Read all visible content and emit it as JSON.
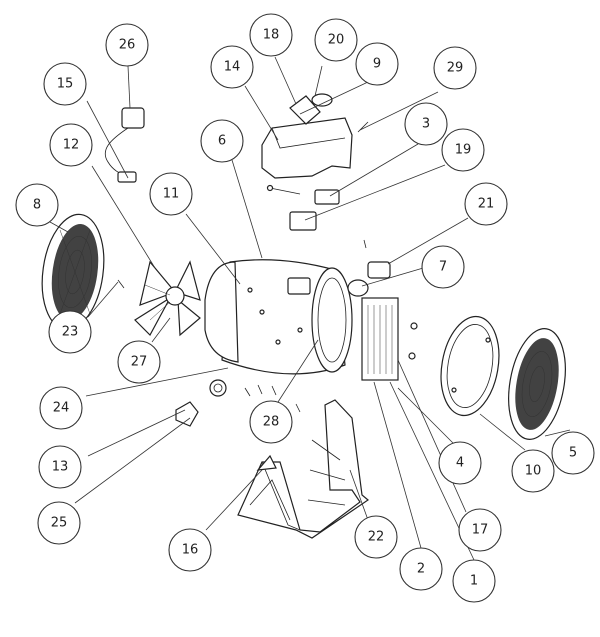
{
  "diagram": {
    "callouts": [
      {
        "label": "1"
      },
      {
        "label": "2"
      },
      {
        "label": "3"
      },
      {
        "label": "4"
      },
      {
        "label": "5"
      },
      {
        "label": "6"
      },
      {
        "label": "7"
      },
      {
        "label": "8"
      },
      {
        "label": "9"
      },
      {
        "label": "10"
      },
      {
        "label": "11"
      },
      {
        "label": "12"
      },
      {
        "label": "13"
      },
      {
        "label": "14"
      },
      {
        "label": "15"
      },
      {
        "label": "16"
      },
      {
        "label": "17"
      },
      {
        "label": "18"
      },
      {
        "label": "19"
      },
      {
        "label": "20"
      },
      {
        "label": "21"
      },
      {
        "label": "22"
      },
      {
        "label": "23"
      },
      {
        "label": "24"
      },
      {
        "label": "25"
      },
      {
        "label": "26"
      },
      {
        "label": "27"
      },
      {
        "label": "28"
      },
      {
        "label": "29"
      }
    ]
  },
  "colors": {
    "line": "#222222",
    "background": "#ffffff"
  }
}
